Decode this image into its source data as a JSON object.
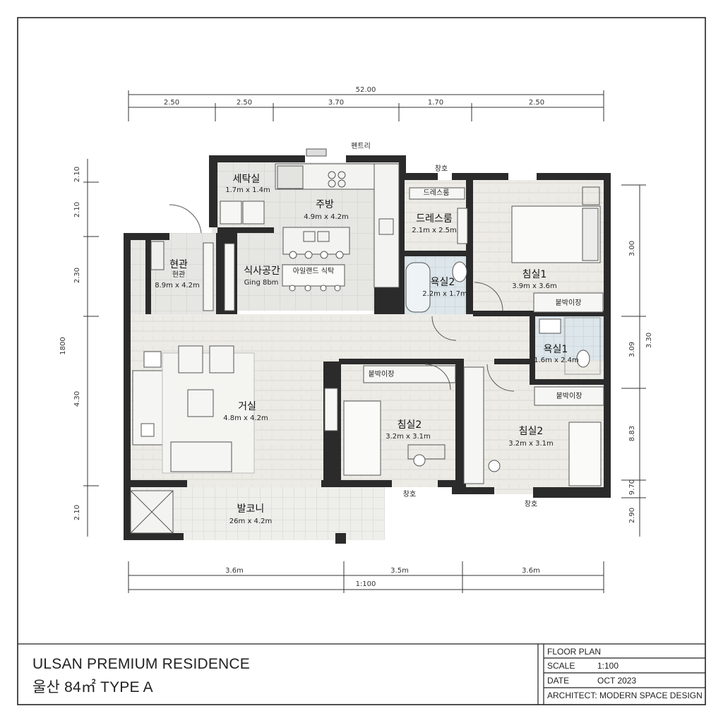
{
  "dimensions": {
    "top_total": "52.00",
    "top_segments": [
      "2.50",
      "2.50",
      "3.70",
      "1.70",
      "2.50"
    ],
    "left_total": "1800",
    "left_segments": [
      "2.10",
      "2.10",
      "2.30",
      "4.30",
      "2.10"
    ],
    "right_inner": [
      "3.00",
      "3.09",
      "8.83",
      "9.70",
      "2.90"
    ],
    "right_outer": "3.30",
    "bottom_segments": [
      "3.6m",
      "3.5m",
      "3.6m"
    ],
    "bottom_scale": "1:100"
  },
  "rooms": {
    "laundry": {
      "name": "세탁실",
      "size": "1.7m x 1.4m"
    },
    "kitchen": {
      "name": "주방",
      "size": "4.9m x 4.2m"
    },
    "pantry": {
      "name": "펜트리"
    },
    "entrance": {
      "name": "현관",
      "sub": "현관",
      "size": "8.9m x 4.2m"
    },
    "dining": {
      "name": "식사공간",
      "sub": "Ging 8bm"
    },
    "island": {
      "label": "아일랜드 식탁"
    },
    "dressing": {
      "name": "드레스룸",
      "size": "2.1m x 2.5m",
      "top_label": "드레스룸"
    },
    "bath2": {
      "name": "욕실2",
      "size": "2.2m x 1.7m"
    },
    "bedroom1": {
      "name": "침실1",
      "size": "3.9m x 3.6m"
    },
    "bath1": {
      "name": "욕실1",
      "size": "1.6m x 2.4m"
    },
    "living": {
      "name": "거실",
      "size": "4.8m x 4.2m"
    },
    "bedroom2a": {
      "name": "침실2",
      "size": "3.2m x 3.1m"
    },
    "bedroom2b": {
      "name": "침실2",
      "size": "3.2m x 3.1m"
    },
    "balcony": {
      "name": "발코니",
      "size": "26m x 4.2m"
    }
  },
  "labels": {
    "window_top": "창호",
    "window_bed2a": "창호",
    "window_bed2b": "창호",
    "closet_bed1": "붙박이장",
    "closet_bed2a": "붙박이장",
    "closet_bed2b": "붙박이장"
  },
  "title_block": {
    "title": "ULSAN PREMIUM RESIDENCE",
    "subtitle": "울산 84㎡ TYPE A",
    "header": "FLOOR PLAN",
    "scale_label": "SCALE",
    "scale_value": "1:100",
    "date_label": "DATE",
    "date_value": "OCT 2023",
    "architect": "ARCHITECT:  MODERN SPACE DESIGN"
  }
}
